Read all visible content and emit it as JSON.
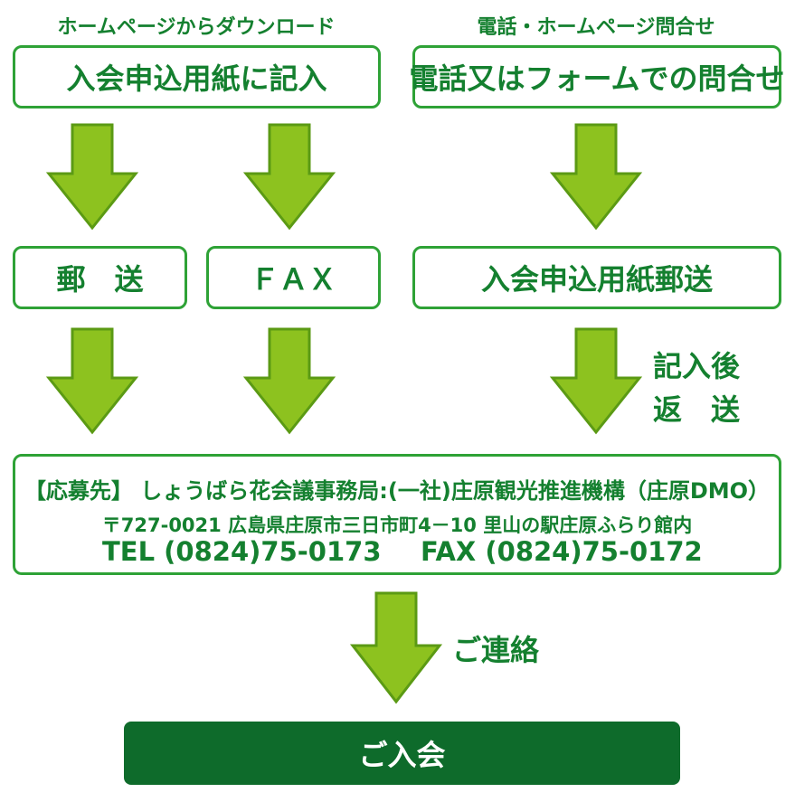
{
  "captions": {
    "left": "ホームページからダウンロード",
    "right": "電話・ホームページ問合せ"
  },
  "steps": {
    "fill_form": "入会申込用紙に記入",
    "phone_inquiry": "電話又はフォームでの問合せ",
    "mail": "郵　送",
    "fax": "ＦＡＸ",
    "form_mailed": "入会申込用紙郵送"
  },
  "notes": {
    "return_line1": "記入後",
    "return_line2": "返　送",
    "contact_us": "ご連絡"
  },
  "contact": {
    "line1": "【応募先】 しょうばら花会議事務局:(一社)庄原観光推進機構（庄原DMO）",
    "address": "〒727-0021 広島県庄原市三日市町4－10 里山の駅庄原ふらり館内",
    "tel": "TEL (0824)75-0173",
    "fax": "FAX (0824)75-0172"
  },
  "final": "ご入会",
  "colors": {
    "text_green": "#14802f",
    "border_green": "#2ea236",
    "arrow_fill": "#8dc21f",
    "arrow_outline": "#5b9a14",
    "final_bg": "#0e6b2b"
  }
}
